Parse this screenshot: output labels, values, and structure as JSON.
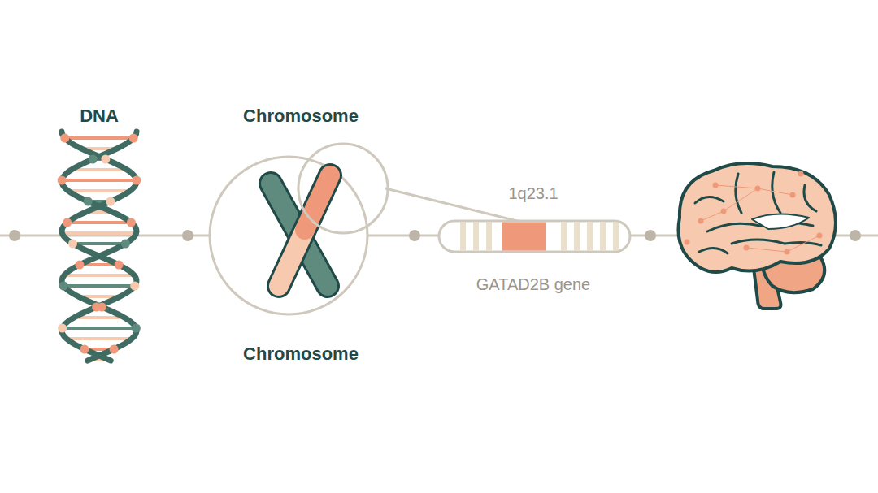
{
  "diagram": {
    "labels": [
      "DNA",
      "Chromosome",
      "Chromosome",
      "1q23.1",
      "GATAD2B gene"
    ]
  }
}
